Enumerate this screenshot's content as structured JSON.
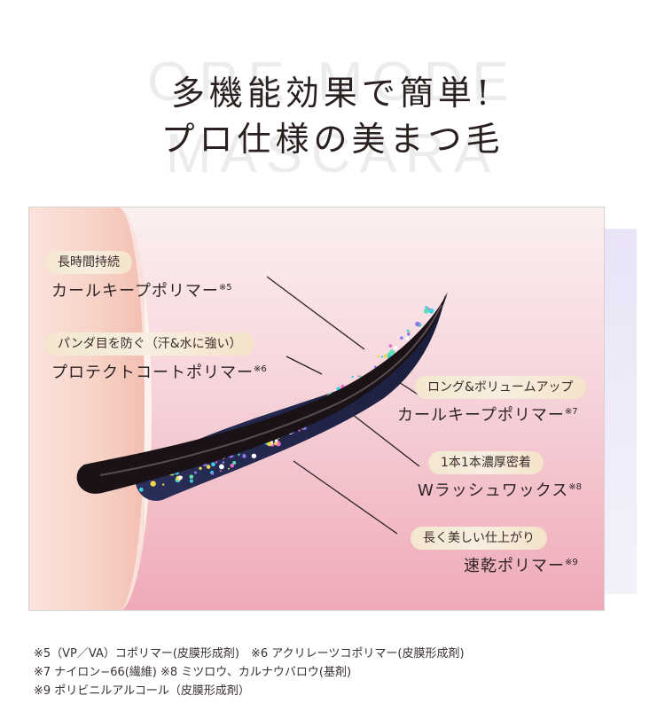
{
  "background_words": [
    "ORE MODE",
    "MASCARA"
  ],
  "headline": {
    "line1": "多機能効果で簡単!",
    "line2": "プロ仕様の美まつ毛"
  },
  "features": [
    {
      "tag": "長時間持続",
      "ingredient": "カールキープポリマー",
      "mark": "※5"
    },
    {
      "tag": "パンダ目を防ぐ（汗&水に強い）",
      "ingredient": "プロテクトコートポリマー",
      "mark": "※6"
    },
    {
      "tag": "ロング&ボリュームアップ",
      "ingredient": "カールキープポリマー",
      "mark": "※7"
    },
    {
      "tag": "1本1本濃厚密着",
      "ingredient": "Wラッシュワックス",
      "mark": "※8"
    },
    {
      "tag": "長く美しい仕上がり",
      "ingredient": "速乾ポリマー",
      "mark": "※9"
    }
  ],
  "footnotes": [
    "※5（VP／VA）コポリマー(皮膜形成剤)　※6 アクリレーツコポリマー(皮膜形成剤)",
    "※7 ナイロン−66(繊維) ※8 ミツロウ、カルナウバロウ(基剤)",
    "※9 ポリビニルアルコール（皮膜形成剤）"
  ],
  "colors": {
    "panel_top": "#fbf0f1",
    "panel_bottom": "#efaab8",
    "pill": "#f3e7cf",
    "lash": "#1a1216",
    "accent_strip": "#e9e4f6"
  }
}
